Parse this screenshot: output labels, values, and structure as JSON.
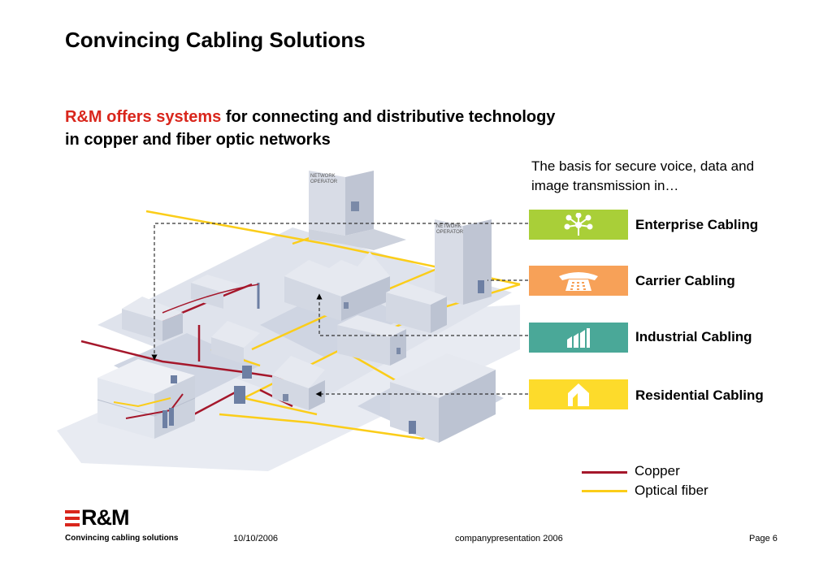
{
  "slide": {
    "title": "Convincing Cabling Solutions",
    "subtitle_highlight": "R&M offers systems",
    "subtitle_line1_rest": " for connecting and distributive technology",
    "subtitle_line2": "in copper and fiber optic networks",
    "basis_line1": "The basis for secure voice, data and",
    "basis_line2": "image transmission in…"
  },
  "illustration": {
    "building_label_1_line1": "NETWORK",
    "building_label_1_line2": "OPERATOR",
    "building_label_2_line1": "NETWORK",
    "building_label_2_line2": "OPERATOR"
  },
  "categories": [
    {
      "label": "Enterprise Cabling",
      "color": "#a9cf38",
      "icon": "network-tree-icon"
    },
    {
      "label": "Carrier Cabling",
      "color": "#f7a158",
      "icon": "telephone-icon"
    },
    {
      "label": "Industrial Cabling",
      "color": "#4aa898",
      "icon": "factory-icon"
    },
    {
      "label": "Residential Cabling",
      "color": "#fddb2b",
      "icon": "house-icon"
    }
  ],
  "legend": [
    {
      "label": "Copper",
      "color": "#a5172b"
    },
    {
      "label": "Optical fiber",
      "color": "#fbcd19"
    }
  ],
  "footer": {
    "logo": "R&M",
    "tagline": "Convincing cabling solutions",
    "date": "10/10/2006",
    "presentation": "companypresentation 2006",
    "page": "Page 6"
  }
}
